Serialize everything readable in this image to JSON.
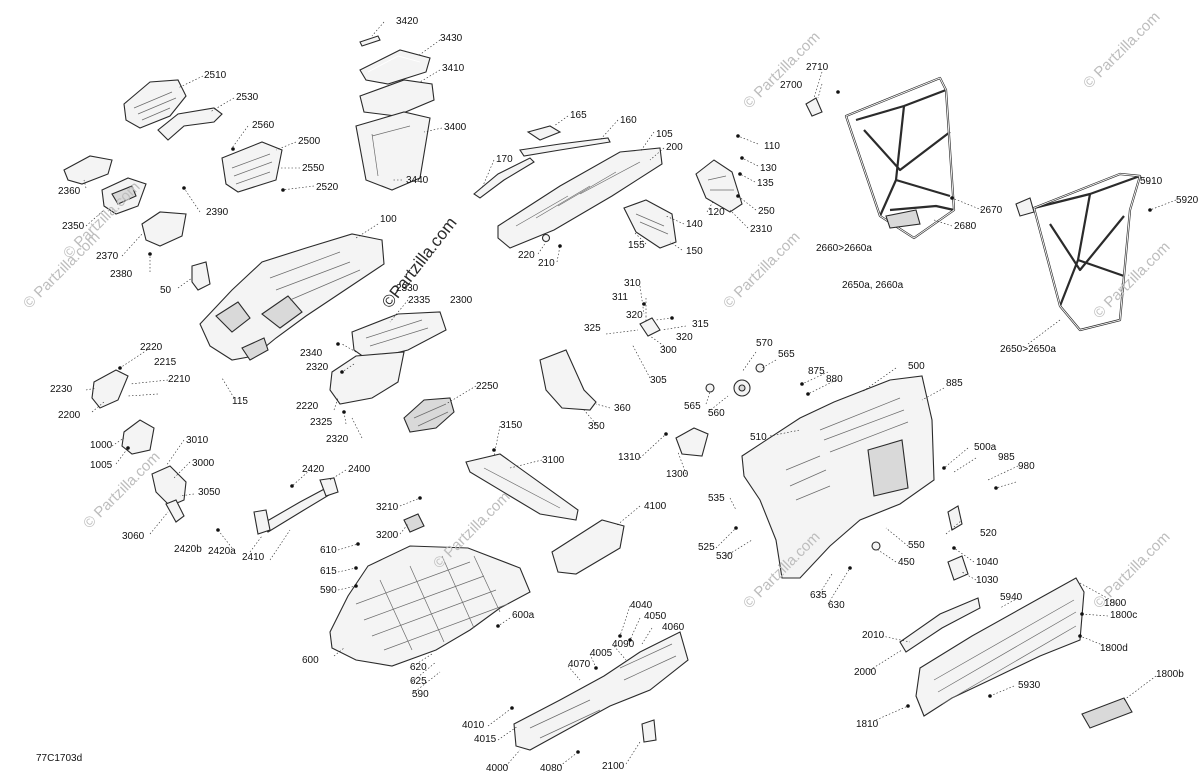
{
  "diagram": {
    "code": "77C1703d",
    "watermark_main": "©Partzilla.com",
    "watermark_faint": "© Partzilla.com",
    "labels": {
      "l3420": "3420",
      "l3430": "3430",
      "l3410": "3410",
      "l3400": "3400",
      "l3440": "3440",
      "l2510": "2510",
      "l2530": "2530",
      "l2560": "2560",
      "l2500": "2500",
      "l2550": "2550",
      "l2520": "2520",
      "l2360": "2360",
      "l2390": "2390",
      "l2350": "2350",
      "l2370": "2370",
      "l2380": "2380",
      "l50": "50",
      "l100": "100",
      "l165": "165",
      "l160": "160",
      "l170": "170",
      "l105": "105",
      "l200": "200",
      "l110": "110",
      "l130": "130",
      "l135": "135",
      "l250": "250",
      "l120": "120",
      "l2310": "2310",
      "l140": "140",
      "l155": "155",
      "l150": "150",
      "l220": "220",
      "l210": "210",
      "l2710": "2710",
      "l2700": "2700",
      "l2670": "2670",
      "l2680": "2680",
      "l2660": "2660>2660a",
      "l5910": "5910",
      "l5920": "5920",
      "l2650a": "2650a, 2660a",
      "l2650": "2650>2650a",
      "l2330": "2330",
      "l2335": "2335",
      "l2300": "2300",
      "l2340": "2340",
      "l2320a": "2320",
      "l2220a": "2220",
      "l2215": "2215",
      "l2210": "2210",
      "l2230": "2230",
      "l2200": "2200",
      "l115": "115",
      "l2220b": "2220",
      "l2325": "2325",
      "l2320b": "2320",
      "l2250": "2250",
      "l310": "310",
      "l311": "311",
      "l320a": "320",
      "l325": "325",
      "l315": "315",
      "l320b": "320",
      "l300": "300",
      "l305": "305",
      "l360": "360",
      "l350": "350",
      "l570": "570",
      "l565a": "565",
      "l565b": "565",
      "l560": "560",
      "l500": "500",
      "l875": "875",
      "l880": "880",
      "l885": "885",
      "l510": "510",
      "l500a": "500a",
      "l985": "985",
      "l980": "980",
      "l1310": "1310",
      "l1300": "1300",
      "l1000": "1000",
      "l1005": "1005",
      "l3010": "3010",
      "l3000": "3000",
      "l3050": "3050",
      "l3060": "3060",
      "l3150": "3150",
      "l3100": "3100",
      "l2420": "2420",
      "l2400": "2400",
      "l2420b": "2420b",
      "l2420a": "2420a",
      "l2410": "2410",
      "l3210": "3210",
      "l3200": "3200",
      "l4100": "4100",
      "l535": "535",
      "l525": "525",
      "l530": "530",
      "l520": "520",
      "l550": "550",
      "l450": "450",
      "l635": "635",
      "l630": "630",
      "l1040": "1040",
      "l1030": "1030",
      "l610": "610",
      "l615": "615",
      "l590a": "590",
      "l600a": "600a",
      "l600": "600",
      "l620": "620",
      "l625": "625",
      "l590b": "590",
      "l4040": "4040",
      "l4050": "4050",
      "l4060": "4060",
      "l4090": "4090",
      "l4005": "4005",
      "l4070": "4070",
      "l4010": "4010",
      "l4015": "4015",
      "l4000": "4000",
      "l4080": "4080",
      "l2100": "2100",
      "l1800": "1800",
      "l5940": "5940",
      "l1800c": "1800c",
      "l2010": "2010",
      "l1800d": "1800d",
      "l2000": "2000",
      "l5930": "5930",
      "l1800b": "1800b",
      "l1810": "1810"
    }
  }
}
